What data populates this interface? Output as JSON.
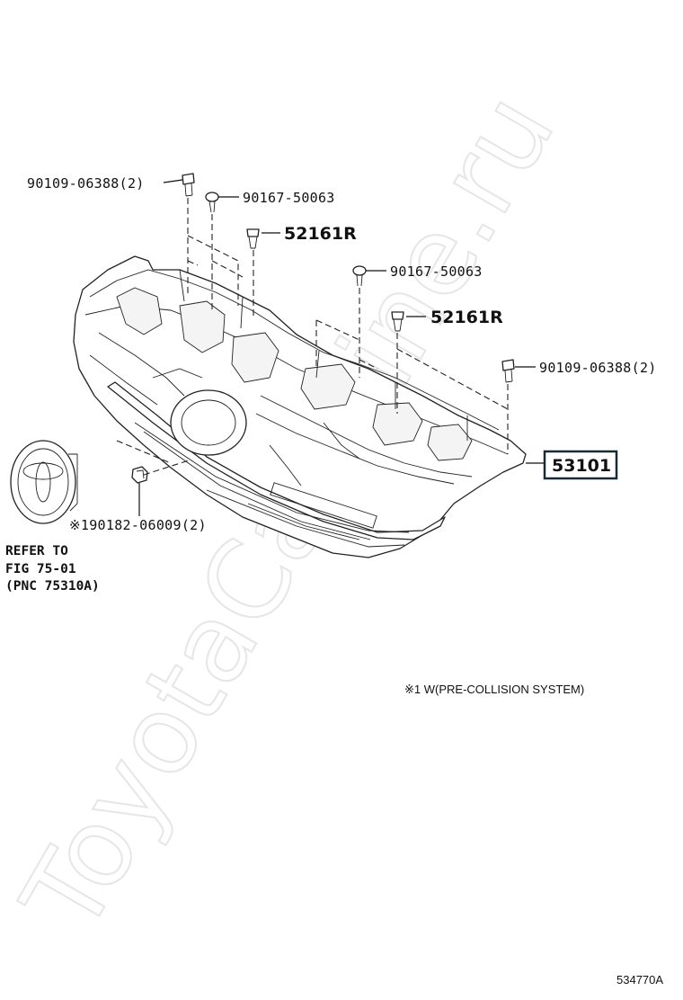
{
  "watermark": "ToyotaCarMine.ru",
  "diagram_id": "534770A",
  "footnote": "※1 W(PRE-COLLISION SYSTEM)",
  "refer": {
    "line1": "REFER TO",
    "line2": "FIG 75-01",
    "line3": "(PNC 75310A)"
  },
  "callouts": {
    "bolt_a_left": "90109-06388(2)",
    "screw_a_left": "90167-50063",
    "clip_left": "52161R",
    "screw_a_right": "90167-50063",
    "clip_right": "52161R",
    "bolt_a_right": "90109-06388(2)",
    "grille_part": "53101",
    "nut_part": "※190182-06009(2)"
  }
}
